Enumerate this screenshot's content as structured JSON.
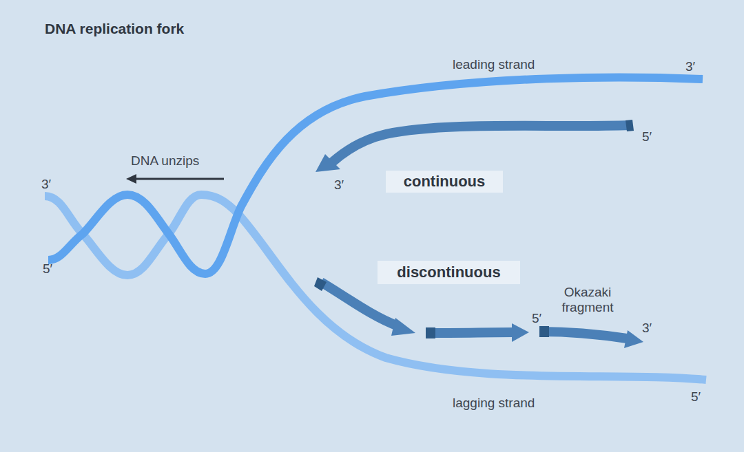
{
  "diagram": {
    "title": "DNA replication fork",
    "nodes": [
      {
        "text": [
          "continuous"
        ]
      },
      {
        "text": [
          "discontinuous"
        ]
      }
    ],
    "labels": [
      "leading strand",
      "3′",
      "5′",
      "DNA unzips",
      "3′",
      "3′",
      "5′",
      "Okazaki fragment",
      "5′",
      "3′",
      "lagging strand",
      "5′"
    ]
  }
}
